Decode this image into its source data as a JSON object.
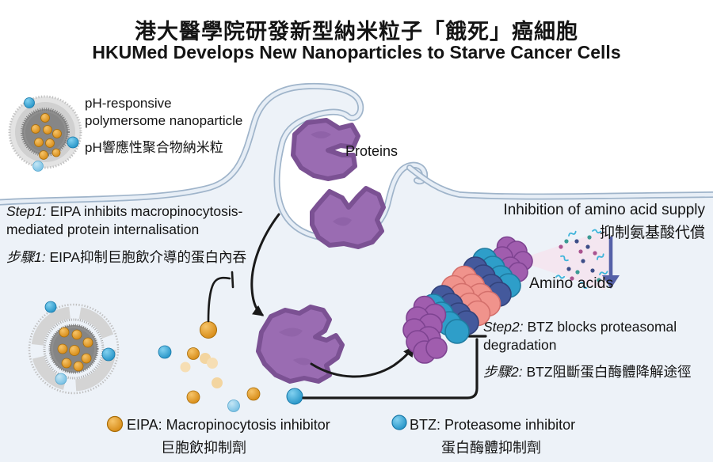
{
  "title": {
    "zh": "港大醫學院研發新型納米粒子「餓死」癌細胞",
    "en": "HKUMed Develops New Nanoparticles to Starve Cancer Cells"
  },
  "nanoparticle": {
    "label_en_line1": "pH-responsive",
    "label_en_line2": "polymersome nanoparticle",
    "label_zh": "pH響應性聚合物納米粒"
  },
  "proteins_label": "Proteins",
  "step1": {
    "label_en": "Step1:",
    "text_en_line1": " EIPA inhibits macropinocytosis-",
    "text_en_line2": "mediated protein internalisation",
    "label_zh": "步驟1:",
    "text_zh": " EIPA抑制巨胞飲介導的蛋白內吞"
  },
  "step2": {
    "label_en": "Step2:",
    "text_en_line1": " BTZ blocks proteasomal",
    "text_en_line2": "degradation",
    "label_zh": "步驟2:",
    "text_zh": " BTZ阻斷蛋白酶體降解途徑"
  },
  "amino": {
    "inhibition_en": "Inhibition of amino acid supply",
    "inhibition_zh": "抑制氨基酸代償",
    "acids_label": "Amino acids"
  },
  "legend": {
    "eipa": {
      "text_en": "EIPA: Macropinocytosis inhibitor",
      "text_zh": "巨胞飲抑制劑",
      "color": "#E0941E"
    },
    "btz": {
      "text_en": "BTZ: Proteasome inhibitor",
      "text_zh": "蛋白酶體抑制劑",
      "color": "#2B9FD0"
    }
  },
  "colors": {
    "cell_interior": "#EDF2F8",
    "membrane_edge": "#9FB4CA",
    "membrane_fill": "#E7EEF6",
    "protein": "#9A6CB2",
    "protein_stroke": "#7B5193",
    "eipa_orange": "#E0941E",
    "eipa_pale": "#F3D5A0",
    "btz_blue": "#2B9FD0",
    "btz_light": "#8FCBE9",
    "proteasome_purple": "#A05DAE",
    "proteasome_cyan": "#2E9EC9",
    "proteasome_navy": "#44599C",
    "proteasome_salmon": "#F0938C",
    "arrow_black": "#1A1A1A",
    "amino_arrow": "#5561A8",
    "cone_pink": "#F4E4EE"
  }
}
